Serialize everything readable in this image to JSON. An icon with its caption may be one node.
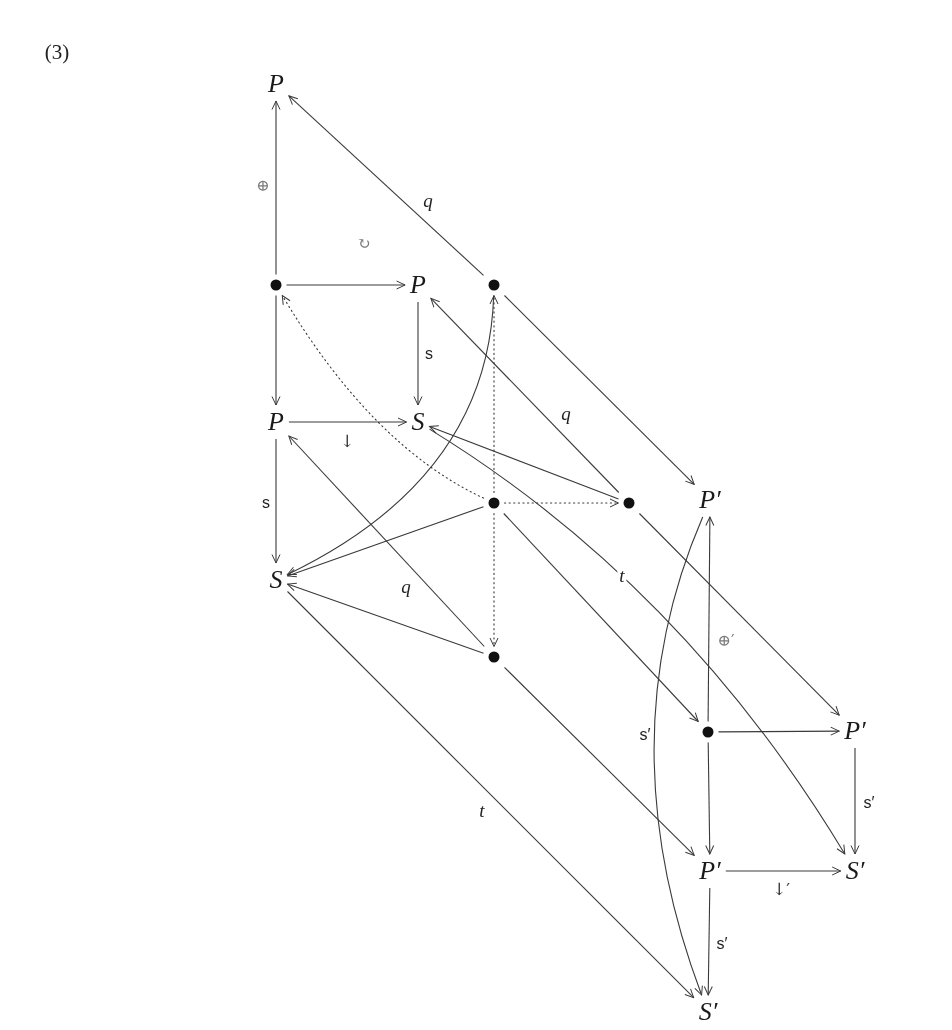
{
  "diagram": {
    "nodes": [
      {
        "text": [
          "P"
        ]
      },
      {
        "text": [],
        "shape": "dot"
      },
      {
        "text": [
          "P"
        ]
      },
      {
        "text": [],
        "shape": "dot"
      },
      {
        "text": [
          "P"
        ]
      },
      {
        "text": [
          "S"
        ]
      },
      {
        "text": [],
        "shape": "dot"
      },
      {
        "text": [],
        "shape": "dot"
      },
      {
        "text": [
          "P′"
        ]
      },
      {
        "text": [
          "S"
        ]
      },
      {
        "text": [],
        "shape": "dot"
      },
      {
        "text": [],
        "shape": "dot"
      },
      {
        "text": [
          "P′"
        ]
      },
      {
        "text": [
          "P′"
        ]
      },
      {
        "text": [
          "S′"
        ]
      },
      {
        "text": [
          "S′"
        ]
      }
    ],
    "edges": [
      {
        "from": 1,
        "to": 0,
        "arrow": "to",
        "label": "⊕"
      },
      {
        "from": 3,
        "to": 0,
        "arrow": "to",
        "label": "q"
      },
      {
        "from": 1,
        "to": 2,
        "arrow": "to"
      },
      {
        "from": 1,
        "to": 4,
        "arrow": "to"
      },
      {
        "from": 2,
        "to": 5,
        "arrow": "to",
        "label": "s"
      },
      {
        "from": 4,
        "to": 5,
        "arrow": "to",
        "label": "↓"
      },
      {
        "from": 4,
        "to": 9,
        "arrow": "to",
        "label": "s"
      },
      {
        "from": 6,
        "to": 1,
        "arrow": "to",
        "style": "dashed"
      },
      {
        "from": 6,
        "to": 3,
        "arrow": "to",
        "style": "dashed"
      },
      {
        "from": 3,
        "to": 9,
        "arrow": "to"
      },
      {
        "from": 3,
        "to": 8,
        "arrow": "to"
      },
      {
        "from": 7,
        "to": 2,
        "arrow": "to",
        "label": "q"
      },
      {
        "from": 7,
        "to": 5,
        "arrow": "to"
      },
      {
        "from": 6,
        "to": 7,
        "arrow": "to",
        "style": "dashed"
      },
      {
        "from": 6,
        "to": 9,
        "arrow": "to"
      },
      {
        "from": 6,
        "to": 10,
        "arrow": "to",
        "style": "dashed"
      },
      {
        "from": 6,
        "to": 11,
        "arrow": "to"
      },
      {
        "from": 7,
        "to": 12,
        "arrow": "to"
      },
      {
        "from": 5,
        "to": 14,
        "arrow": "to",
        "label": "t"
      },
      {
        "from": 10,
        "to": 9,
        "arrow": "to"
      },
      {
        "from": 10,
        "to": 4,
        "arrow": "to",
        "label": "q"
      },
      {
        "from": 10,
        "to": 13,
        "arrow": "to"
      },
      {
        "from": 9,
        "to": 15,
        "arrow": "to",
        "label": "t"
      },
      {
        "from": 8,
        "to": 15,
        "arrow": "to",
        "label": "s′"
      },
      {
        "from": 11,
        "to": 8,
        "arrow": "to",
        "label": "⊕′"
      },
      {
        "from": 11,
        "to": 12,
        "arrow": "to"
      },
      {
        "from": 11,
        "to": 13,
        "arrow": "to"
      },
      {
        "from": 12,
        "to": 14,
        "arrow": "to",
        "label": "s′"
      },
      {
        "from": 13,
        "to": 14,
        "arrow": "to",
        "label": "↓′"
      },
      {
        "from": 13,
        "to": 15,
        "arrow": "to",
        "label": "s′"
      }
    ],
    "labels": [
      "(3)",
      "↻"
    ]
  }
}
